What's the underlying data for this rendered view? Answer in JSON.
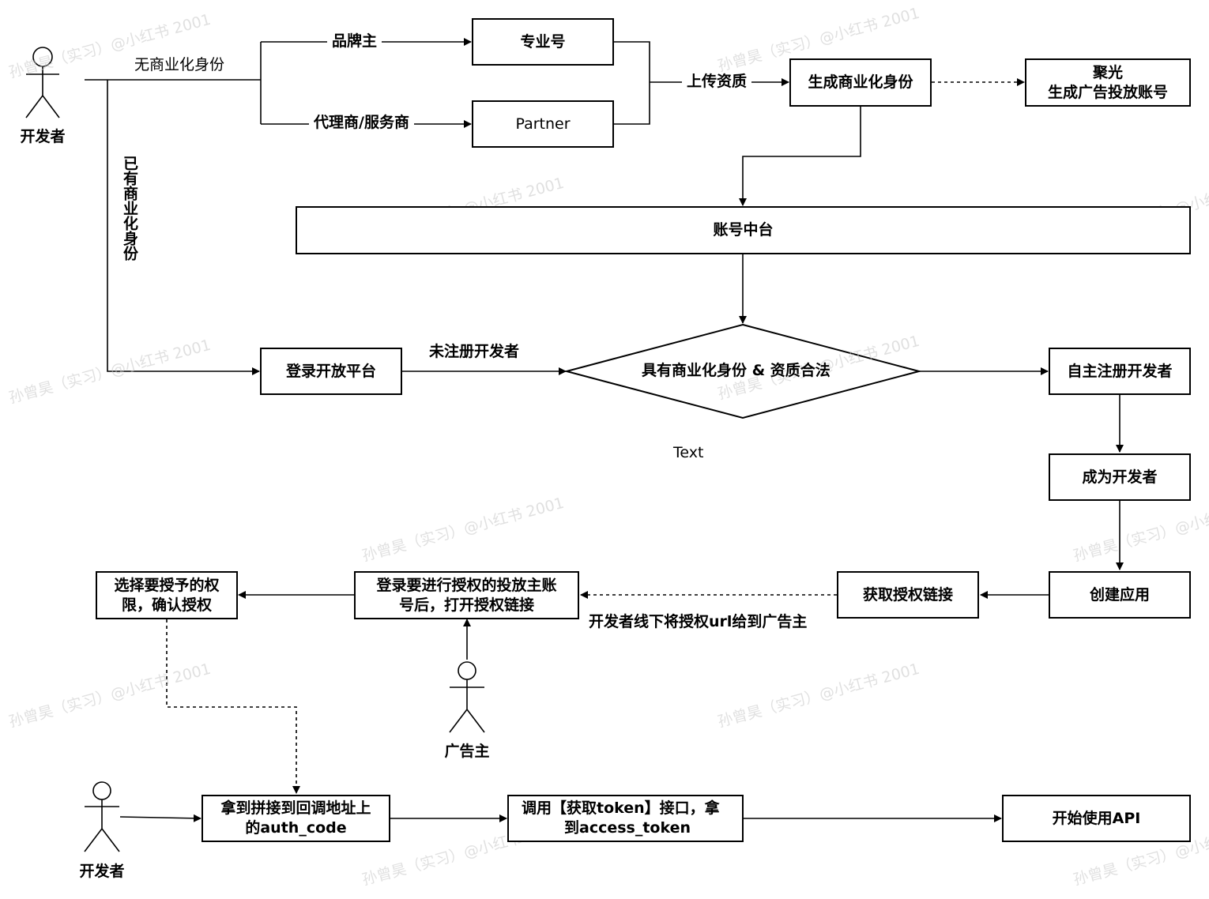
{
  "actors": {
    "developer_top": "开发者",
    "advertiser": "广告主",
    "developer_bottom": "开发者"
  },
  "nodes": {
    "professional": "专业号",
    "partner": "Partner",
    "generate_identity": "生成商业化身份",
    "juguang": [
      "聚光",
      "生成广告投放账号"
    ],
    "account_center": "账号中台",
    "login_platform": "登录开放平台",
    "decision": "具有商业化身份 & 资质合法",
    "self_register": "自主注册开发者",
    "become_developer": "成为开发者",
    "create_app": "创建应用",
    "get_auth_link": "获取授权链接",
    "login_open_link": [
      "登录要进行授权的投放主账",
      "号后，打开授权链接"
    ],
    "select_permissions": [
      "选择要授予的权",
      "限，确认授权"
    ],
    "get_auth_code": [
      "拿到拼接到回调地址上",
      "的auth_code"
    ],
    "call_token_api": [
      "调用【获取token】接口，拿",
      "到access_token"
    ],
    "start_api": "开始使用API"
  },
  "edge_labels": {
    "no_identity": "无商业化身份",
    "brand": "品牌主",
    "agency": "代理商/服务商",
    "upload": "上传资质",
    "has_identity": "已有商业化身份",
    "unregistered": "未注册开发者",
    "offline_send": "开发者线下将授权url给到广告主"
  },
  "stray_text": "Text",
  "watermark": "孙曾昊（实习）@小红书 2001"
}
